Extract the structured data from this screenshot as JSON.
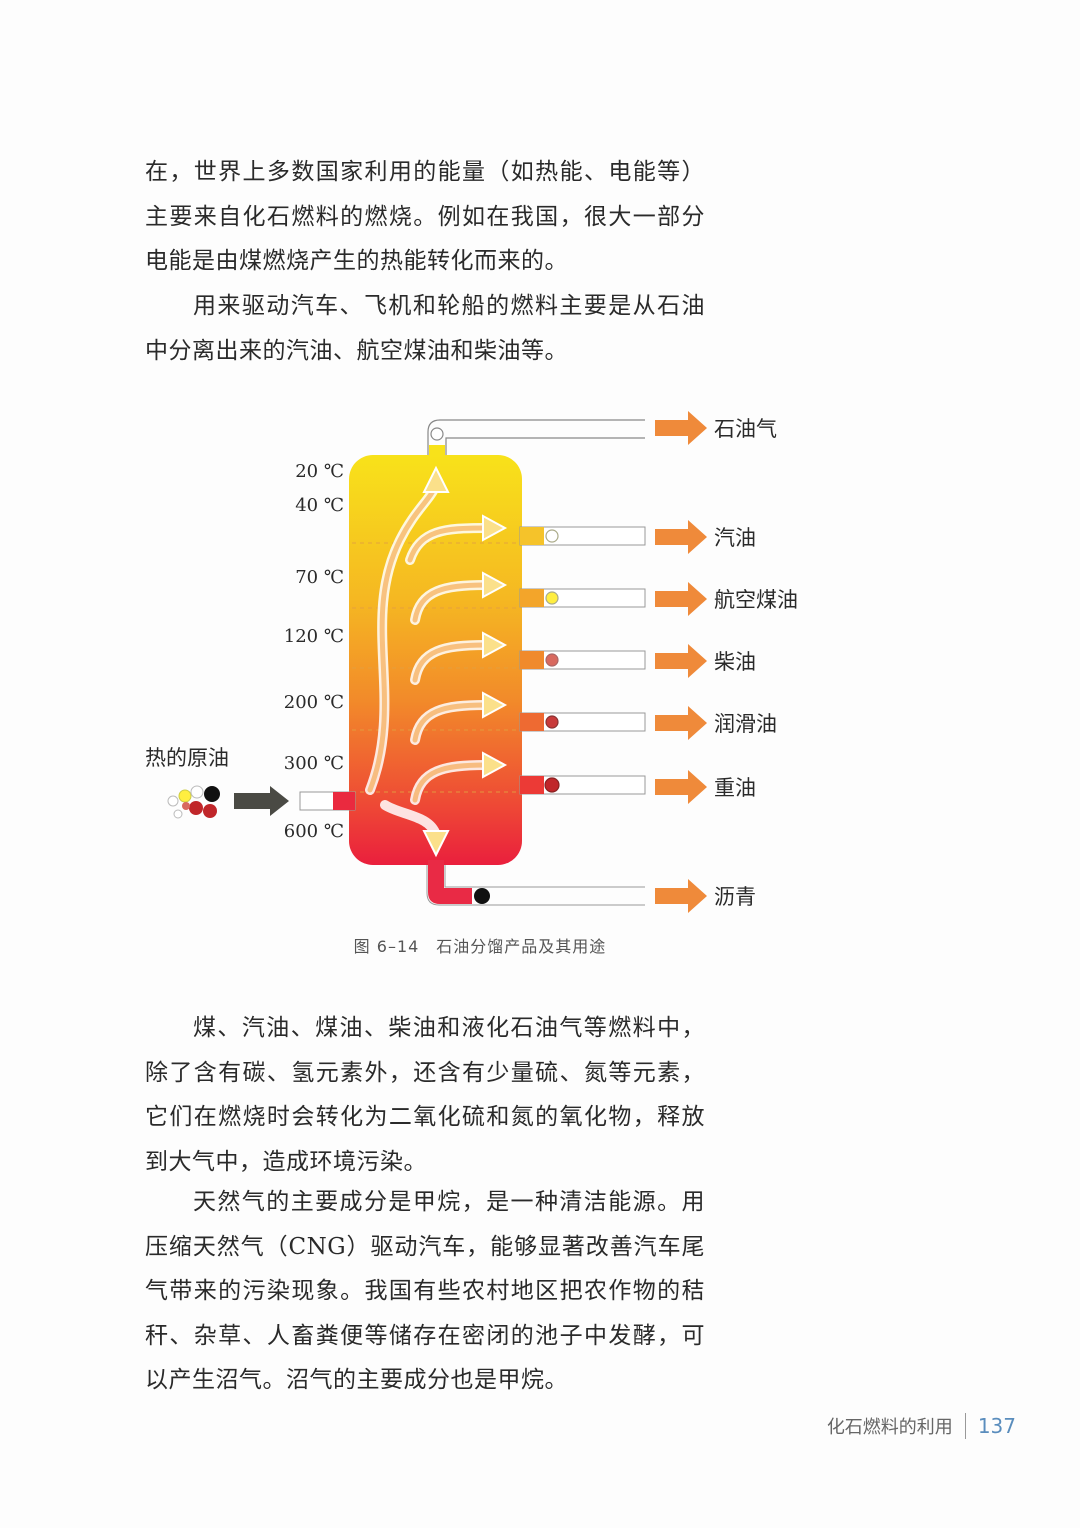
{
  "paragraphs": {
    "p1": "在，世界上多数国家利用的能量（如热能、电能等）主要来自化石燃料的燃烧。例如在我国，很大一部分电能是由煤燃烧产生的热能转化而来的。",
    "p2": "用来驱动汽车、飞机和轮船的燃料主要是从石油中分离出来的汽油、航空煤油和柴油等。",
    "p3": "煤、汽油、煤油、柴油和液化石油气等燃料中，除了含有碳、氢元素外，还含有少量硫、氮等元素，它们在燃烧时会转化为二氧化硫和氮的氧化物，释放到大气中，造成环境污染。",
    "p4": "天然气的主要成分是甲烷，是一种清洁能源。用压缩天然气（CNG）驱动汽车，能够显著改善汽车尾气带来的污染现象。我国有些农村地区把农作物的秸秆、杂草、人畜粪便等储存在密闭的池子中发酵，可以产生沼气。沼气的主要成分也是甲烷。"
  },
  "figure": {
    "caption": "图 6–14　石油分馏产品及其用途",
    "input_label": "热的原油",
    "temperatures": [
      "20 ℃",
      "40 ℃",
      "70 ℃",
      "120 ℃",
      "200 ℃",
      "300 ℃",
      "600 ℃"
    ],
    "products": [
      "石油气",
      "汽油",
      "航空煤油",
      "柴油",
      "润滑油",
      "重油",
      "沥青"
    ],
    "colors": {
      "column_top": "#f8e21a",
      "column_mid": "#f39a28",
      "column_bottom": "#ea1f3d",
      "product_arrow": "#ef8a3a",
      "input_arrow": "#4a4a44",
      "dot_colors": [
        "#ffffff",
        "#ffee40",
        "#f4d23a",
        "#d8695f",
        "#c83a3a",
        "#c0262a",
        "#111111"
      ]
    }
  },
  "footer": {
    "chapter": "化石燃料的利用",
    "page": "137"
  }
}
